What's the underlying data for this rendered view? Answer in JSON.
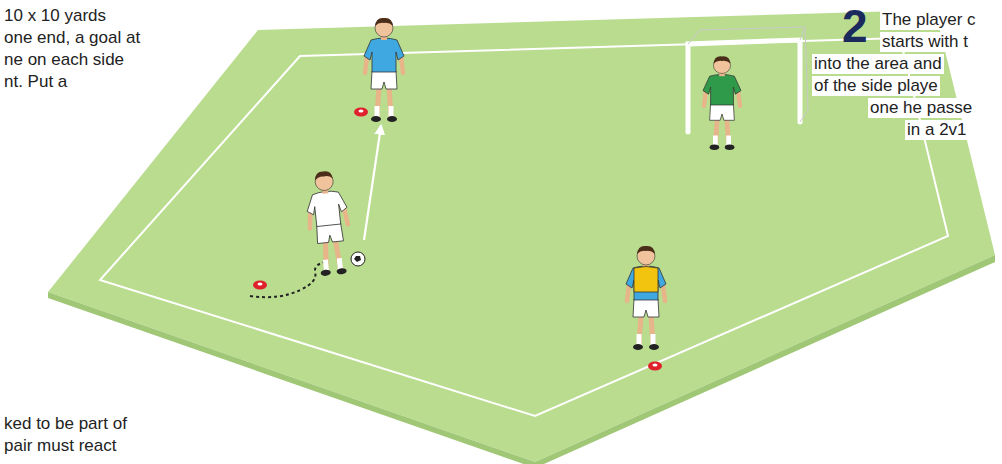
{
  "diagram": {
    "labels": [
      "10 x 10 yards",
      "one end, a goal at",
      "ne on each side",
      "nt. Put a",
      "ked to be part of",
      "pair must react",
      "2",
      "The player c",
      "starts with t",
      "into the area and",
      "of the side playe",
      "one he passe",
      "in a 2v1"
    ]
  }
}
